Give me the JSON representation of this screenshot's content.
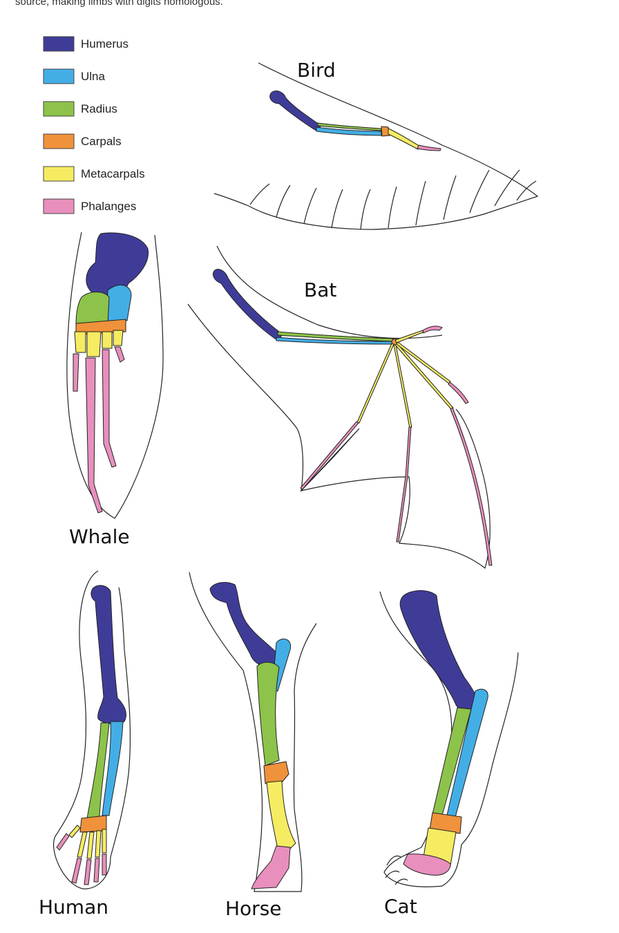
{
  "caption": "source, making limbs with digits homologous.",
  "colors": {
    "humerus": "#3f3c98",
    "ulna": "#43aee6",
    "radius": "#8dc34a",
    "carpals": "#ef923b",
    "metacarpals": "#f6ec62",
    "phalanges": "#e88fbd"
  },
  "legend": [
    {
      "label": "Humerus",
      "color": "#3f3c98"
    },
    {
      "label": "Ulna",
      "color": "#43aee6"
    },
    {
      "label": "Radius",
      "color": "#8dc34a"
    },
    {
      "label": "Carpals",
      "color": "#ef923b"
    },
    {
      "label": "Metacarpals",
      "color": "#f6ec62"
    },
    {
      "label": "Phalanges",
      "color": "#e88fbd"
    }
  ],
  "animals": {
    "bird": "Bird",
    "bat": "Bat",
    "whale": "Whale",
    "human": "Human",
    "horse": "Horse",
    "cat": "Cat"
  }
}
